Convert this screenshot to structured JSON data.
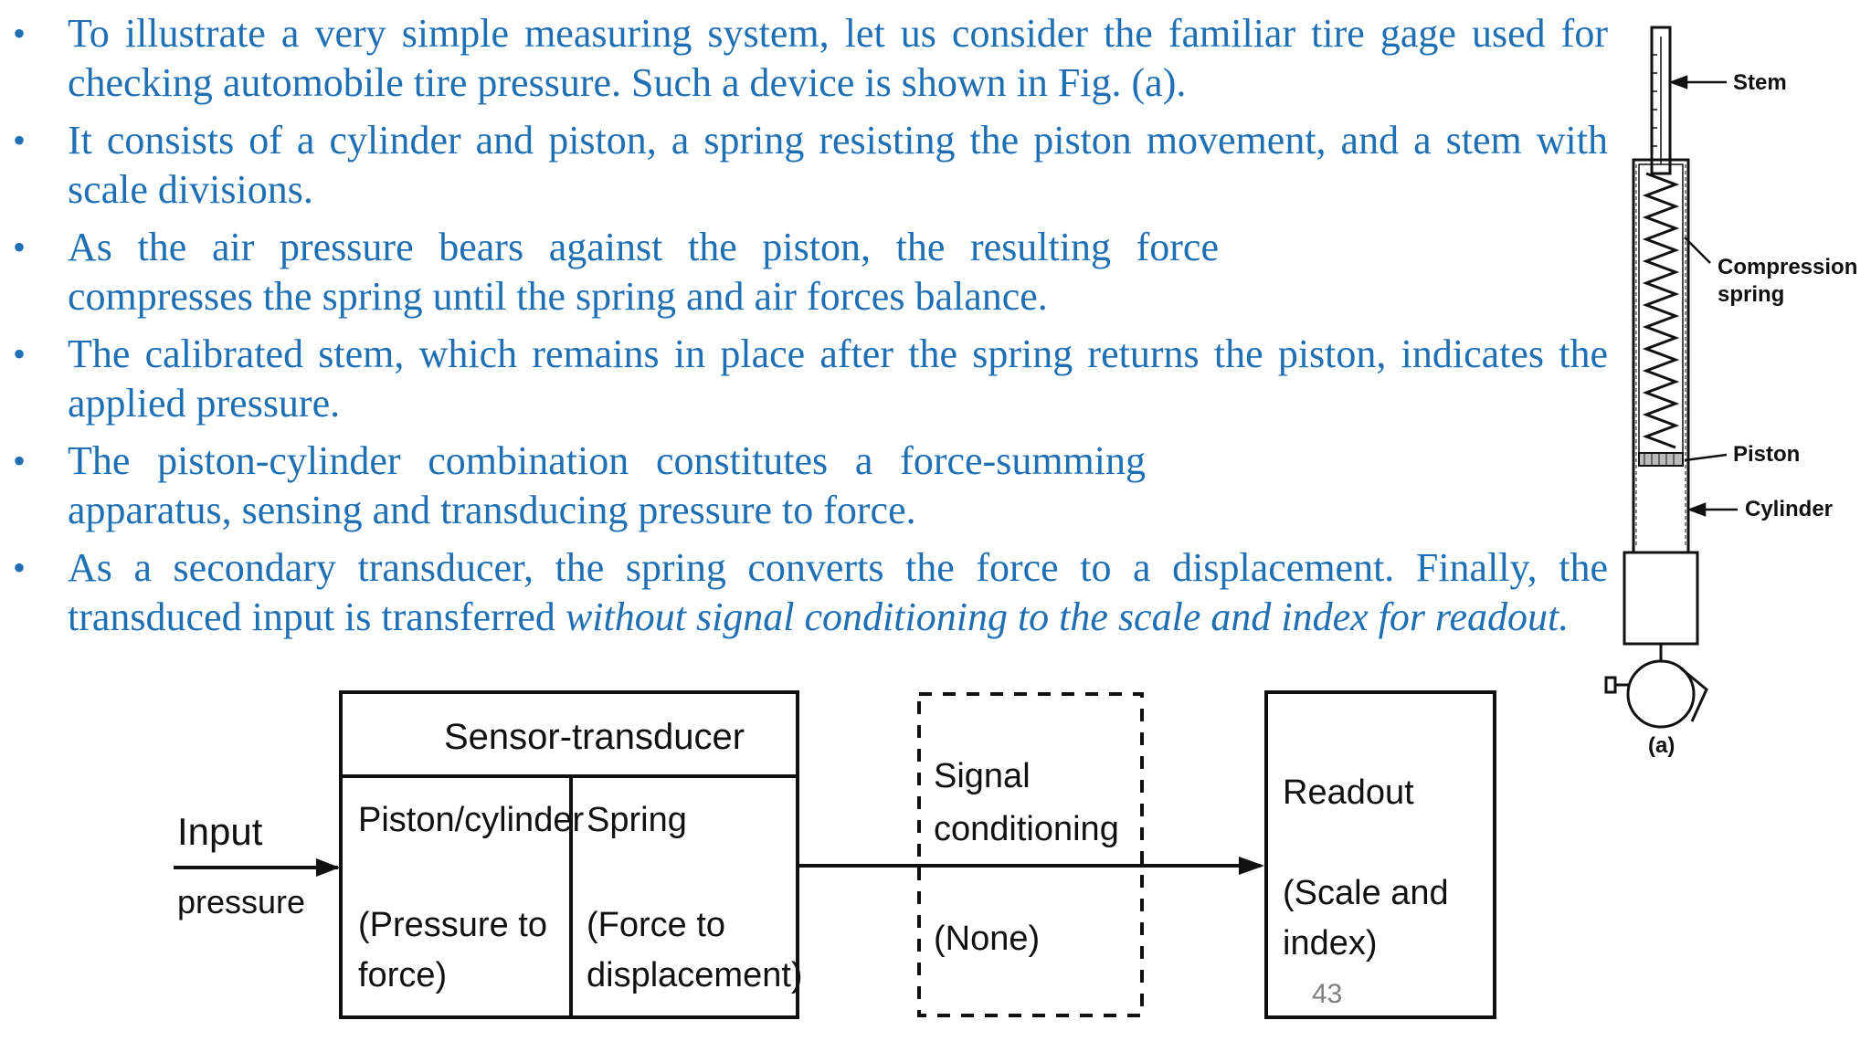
{
  "bullets": [
    {
      "text": "To illustrate a very simple measuring system, let us consider the familiar tire gage used for checking automobile tire pressure. Such a device is shown in Fig. (a)."
    },
    {
      "text": "It consists of a cylinder and piston, a spring resisting the piston movement, and a stem with scale divisions."
    },
    {
      "text": "As the air pressure bears against the piston, the resulting force compresses the spring until the spring and air forces balance."
    },
    {
      "text": "The calibrated stem, which remains in place after the spring returns the piston, indicates the applied pressure."
    },
    {
      "text": "The piston-cylinder combination constitutes a force-summing apparatus, sensing and transducing pressure to force."
    },
    {
      "text": "As a secondary transducer, the spring converts the force to a displacement. Finally, the transduced input is transferred ",
      "italic": "without signal conditioning to the scale and index for readout."
    }
  ],
  "gauge_figure": {
    "labels": {
      "stem": "Stem",
      "spring_line1": "Compression",
      "spring_line2": "spring",
      "piston": "Piston",
      "cylinder": "Cylinder",
      "caption": "(a)"
    }
  },
  "block_diagram": {
    "input_line1": "Input",
    "input_line2": "pressure",
    "sensor_title": "Sensor-transducer",
    "piston_title": "Piston/cylinder",
    "piston_desc_line1": "(Pressure to",
    "piston_desc_line2": "force)",
    "spring_title": "Spring",
    "spring_desc_line1": "(Force to",
    "spring_desc_line2": "displacement)",
    "signal_line1": "Signal",
    "signal_line2": "conditioning",
    "signal_desc": "(None)",
    "readout_title": "Readout",
    "readout_desc_line1": "(Scale and",
    "readout_desc_line2": "index)"
  },
  "page_number": "43",
  "colors": {
    "body_text": "#1f6fb4",
    "diagram_ink": "#111111",
    "page_number": "#7f7f7f"
  }
}
